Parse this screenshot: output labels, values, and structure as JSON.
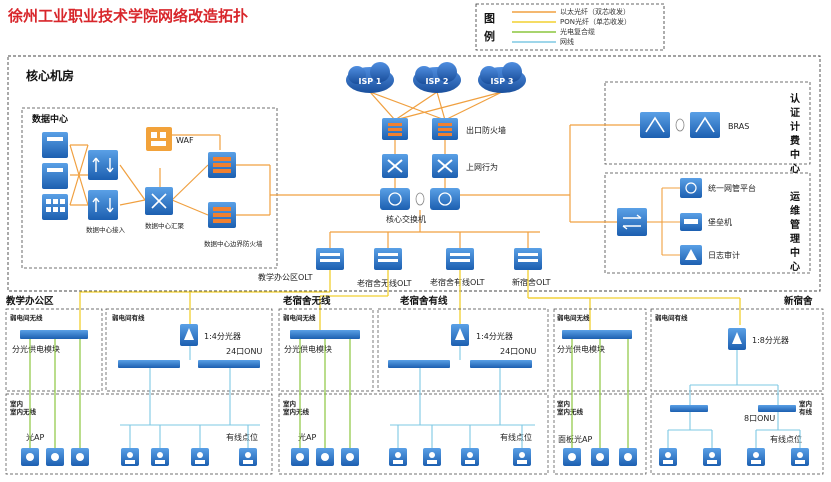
{
  "title": "徐州工业职业技术学院网络改造拓扑",
  "legend": {
    "heading": "图例",
    "items": [
      {
        "label": "以太光纤（双芯收发）",
        "color": "#f0a040"
      },
      {
        "label": "PON光纤（单芯收发）",
        "color": "#f2d030"
      },
      {
        "label": "光电复合缆",
        "color": "#8cc63f"
      },
      {
        "label": "网线",
        "color": "#7ec8e3"
      }
    ]
  },
  "core": {
    "title": "核心机房",
    "isp": [
      "ISP 1",
      "ISP 2",
      "ISP 3"
    ],
    "exit_firewall": "出口防火墙",
    "behavior": "上网行为",
    "core_switch": "核心交换机",
    "data_center": {
      "title": "数据中心",
      "access": "数据中心接入",
      "aggregate": "数据中心汇聚",
      "waf": "WAF",
      "border_fw": "数据中心边界防火墙"
    },
    "auth": {
      "title": "认证计费中心",
      "bras": "BRAS"
    },
    "ops": {
      "title": "运维管理中心",
      "items": [
        "统一网管平台",
        "堡垒机",
        "日志审计"
      ]
    },
    "olts": [
      "教学办公区OLT",
      "老宿舍无线OLT",
      "老宿舍有线OLT",
      "新宿舍OLT"
    ]
  },
  "zones": {
    "teaching": {
      "title": "教学办公区",
      "weak_wireless": "弱电间无线",
      "weak_wired": "弱电间有线",
      "power_module": "分光供电模块",
      "splitter": "1:4分光器",
      "onu": "24口ONU",
      "indoor": "室内无线",
      "ap": "光AP",
      "wired": "有线点位"
    },
    "old_wireless": {
      "title": "老宿舍无线",
      "weak_wireless": "弱电间无线",
      "power_module": "分光供电模块",
      "indoor": "室内无线",
      "ap": "光AP"
    },
    "old_wired": {
      "title": "老宿舍有线",
      "splitter": "1:4分光器",
      "onu": "24口ONU",
      "wired": "有线点位"
    },
    "new_dorm": {
      "title": "新宿舍",
      "weak_wireless": "弱电间无线",
      "weak_wired": "弱电间有线",
      "power_module": "分光供电模块",
      "splitter": "1:8分光器",
      "indoor": "室内无线",
      "indoor2": "室内有线",
      "onu": "8口ONU",
      "ap": "面板光AP",
      "wired": "有线点位"
    }
  }
}
